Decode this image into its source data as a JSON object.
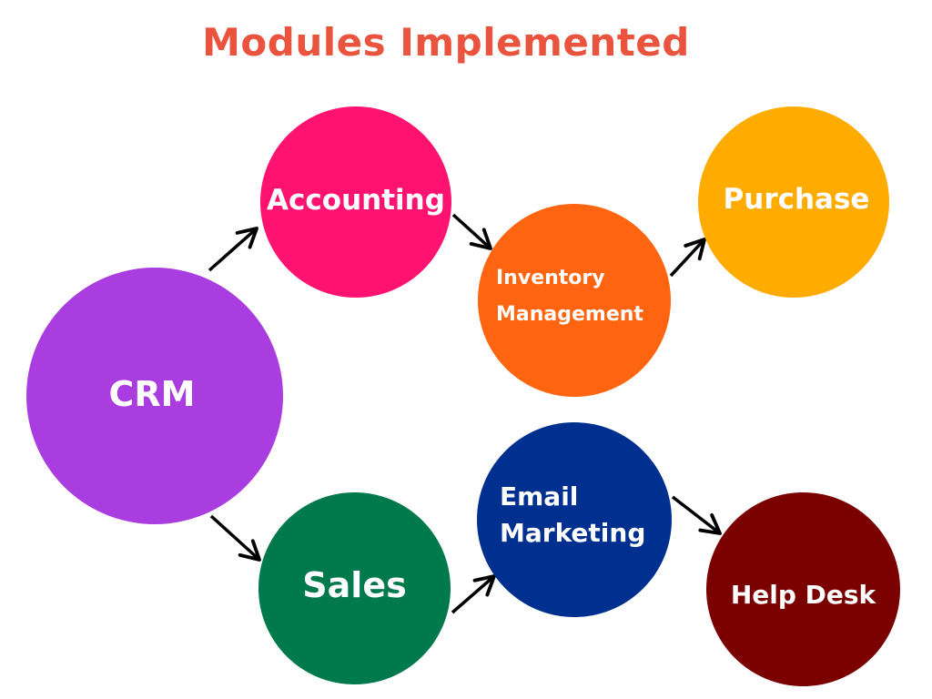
{
  "title": "Modules Implemented",
  "colors": {
    "title": "#ea533e",
    "crm": "#aa3de0",
    "accounting": "#ff1270",
    "inventory": "#ff6410",
    "purchase": "#ffab00",
    "sales": "#007a4d",
    "email": "#00308f",
    "helpdesk": "#7b0000",
    "arrow": "#000000"
  },
  "nodes": {
    "crm": {
      "label": "CRM"
    },
    "accounting": {
      "label": "Accounting"
    },
    "inventory": {
      "lines": [
        "Inventory",
        "Management"
      ]
    },
    "purchase": {
      "label": "Purchase"
    },
    "sales": {
      "label": "Sales"
    },
    "email": {
      "lines": [
        "Email",
        "Marketing"
      ]
    },
    "helpdesk": {
      "label": "Help Desk"
    }
  },
  "edges": [
    {
      "from": "CRM",
      "to": "Accounting"
    },
    {
      "from": "Accounting",
      "to": "Inventory Management"
    },
    {
      "from": "Inventory Management",
      "to": "Purchase"
    },
    {
      "from": "CRM",
      "to": "Sales"
    },
    {
      "from": "Sales",
      "to": "Email Marketing"
    },
    {
      "from": "Email Marketing",
      "to": "Help Desk"
    }
  ]
}
